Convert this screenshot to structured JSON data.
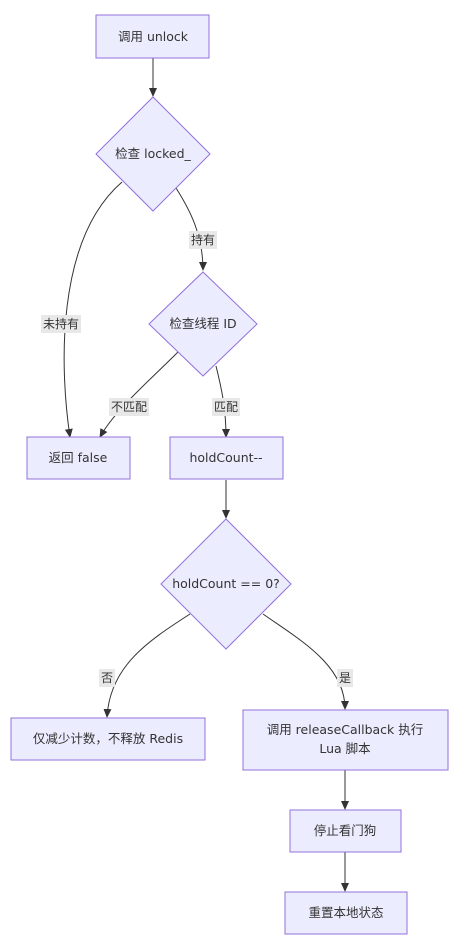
{
  "colors": {
    "node_fill": "#ECECFF",
    "node_stroke": "#9370DB",
    "edge": "#333333",
    "label_bg": "#E8E8E8",
    "text": "#333333"
  },
  "nodes": {
    "start": "调用 unlock",
    "check_locked": "检查 locked_",
    "check_thread": "检查线程 ID",
    "return_false": "返回 false",
    "hold_dec": "holdCount--",
    "hold_zero": "holdCount == 0?",
    "decrement_only": "仅减少计数，不释放 Redis",
    "release_line1": "调用 releaseCallback 执行",
    "release_line2": "Lua 脚本",
    "stop_watchdog": "停止看门狗",
    "reset_state": "重置本地状态"
  },
  "edge_labels": {
    "held": "持有",
    "not_held": "未持有",
    "match": "匹配",
    "mismatch": "不匹配",
    "yes": "是",
    "no": "否"
  }
}
